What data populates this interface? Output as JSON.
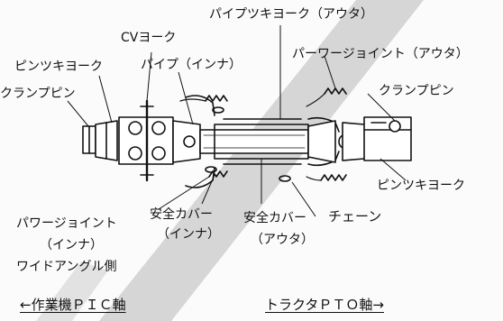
{
  "labels": {
    "pipe_yoke_outer": "パイプツキヨーク（アウタ）",
    "cv_yoke": "CVヨーク",
    "power_joint_outer": "パーワージョイント（アウタ）",
    "pin_yoke_left": "ピンツキヨーク",
    "pipe_inner": "パイプ（インナ）",
    "clamp_pin_left": "クランプピン",
    "clamp_pin_right": "クランプピン",
    "pin_yoke_right": "ピンツキヨーク",
    "power_joint_inner_line1": "パワージョイント",
    "power_joint_inner_line2": "（インナ）",
    "wide_angle_side": "ワイドアングル側",
    "safety_cover_inner_line1": "安全カバー",
    "safety_cover_inner_line2": "（インナ）",
    "safety_cover_outer_line1": "安全カバー",
    "safety_cover_outer_line2": "（アウタ）",
    "chain": "チェーン",
    "implement_pic_shaft": "←作業機ＰＩＣ軸",
    "tractor_pto_shaft": "トラクタＰＴＯ軸→"
  },
  "colors": {
    "ink": "#111111",
    "watermark": "#d3d3d3",
    "paper": "#fbfbfb"
  }
}
